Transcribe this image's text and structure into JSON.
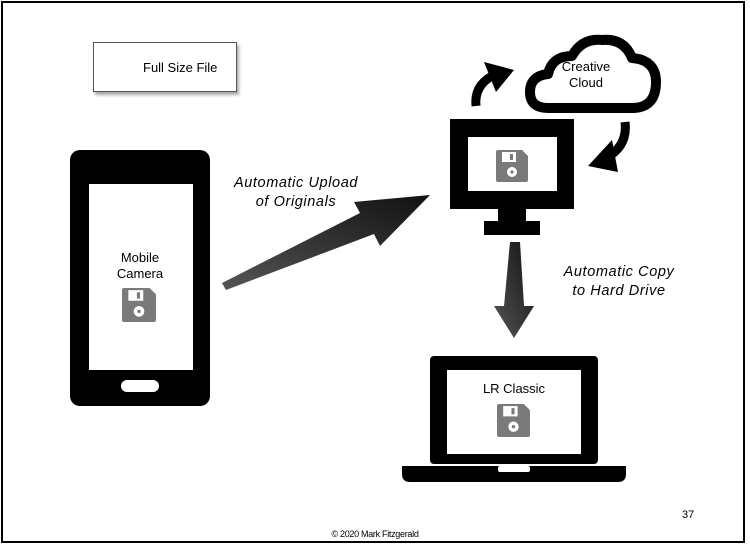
{
  "legend": {
    "label": "Full Size File",
    "icon": "floppy-disk-icon"
  },
  "cloud": {
    "label_line1": "Creative",
    "label_line2": "Cloud"
  },
  "phone": {
    "label_line1": "Mobile",
    "label_line2": "Camera"
  },
  "upload": {
    "label_line1": "Automatic Upload",
    "label_line2": "of Originals"
  },
  "copy": {
    "label_line1": "Automatic Copy",
    "label_line2": "to Hard Drive"
  },
  "laptop": {
    "label": "LR Classic"
  },
  "footer": {
    "copyright": "© 2020 Mark Fitzgerald",
    "page_number": "37"
  },
  "colors": {
    "floppy": "#7a7a7a",
    "device": "#000000",
    "arrow": "#2b2b2b"
  }
}
